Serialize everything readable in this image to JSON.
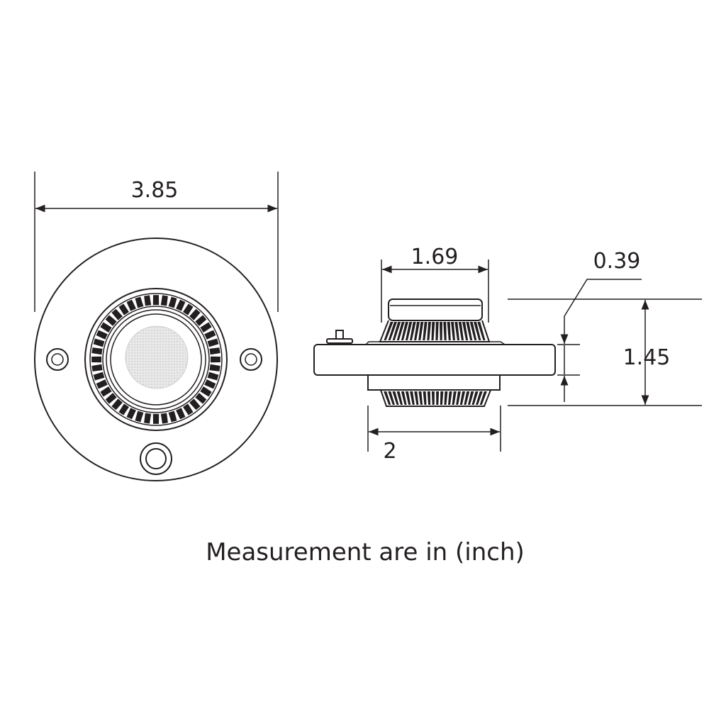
{
  "dimensions": {
    "overall_diameter": "3.85",
    "top_width": "1.69",
    "flange_thickness": "0.39",
    "total_height": "1.45",
    "bottom_width": "2"
  },
  "caption": "Measurement are in (inch)",
  "colors": {
    "line": "#231f20",
    "mesh": "#e6e6e6",
    "background": "#ffffff"
  }
}
